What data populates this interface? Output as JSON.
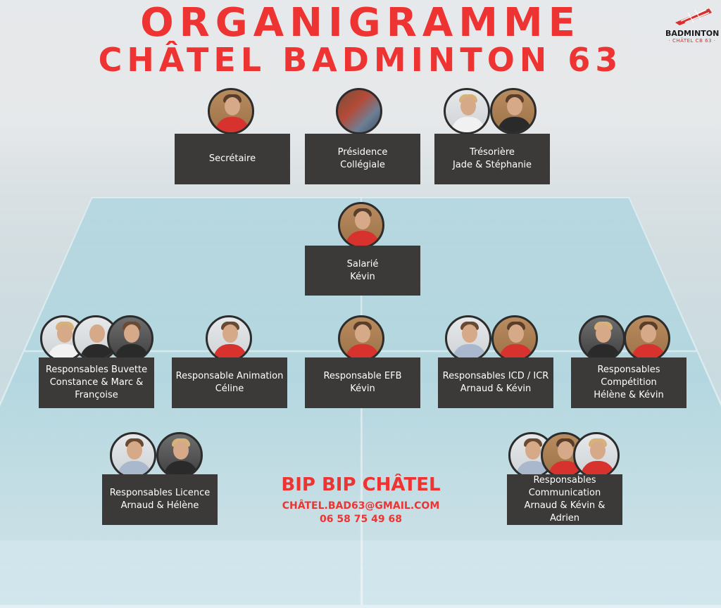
{
  "header": {
    "title_line1": "ORGANIGRAMME",
    "title_line2": "CHÂTEL BADMINTON 63"
  },
  "logo": {
    "name": "BADMINTON",
    "sub": "· CHÂTEL CB 63 ·"
  },
  "roles": {
    "secretaire": {
      "line1": "Secrétaire"
    },
    "presidence": {
      "line1": "Présidence",
      "line2": "Collégiale"
    },
    "tresoriere": {
      "line1": "Trésorière",
      "line2": "Jade & Stéphanie"
    },
    "salarie": {
      "line1": "Salarié",
      "line2": "Kévin"
    },
    "buvette": {
      "line1": "Responsables Buvette",
      "line2": "Constance & Marc &",
      "line3": "Françoise"
    },
    "animation": {
      "line1": "Responsable Animation",
      "line2": "Céline"
    },
    "efb": {
      "line1": "Responsable EFB",
      "line2": "Kévin"
    },
    "icd": {
      "line1": "Responsables ICD / ICR",
      "line2": "Arnaud & Kévin"
    },
    "competition": {
      "line1": "Responsables",
      "line2": "Compétition",
      "line3": "Hélène & Kévin"
    },
    "licence": {
      "line1": "Responsables Licence",
      "line2": "Arnaud & Hélène"
    },
    "communication": {
      "line1": "Responsables",
      "line2": "Communication",
      "line3": "Arnaud & Kévin & Adrien"
    }
  },
  "footer": {
    "title": "BIP BIP CHÂTEL",
    "email": "CHÂTEL.BAD63@GMAIL.COM",
    "phone": "06 58 75 49 68"
  },
  "colors": {
    "accent": "#ee3432",
    "box": "#3b3a38"
  }
}
